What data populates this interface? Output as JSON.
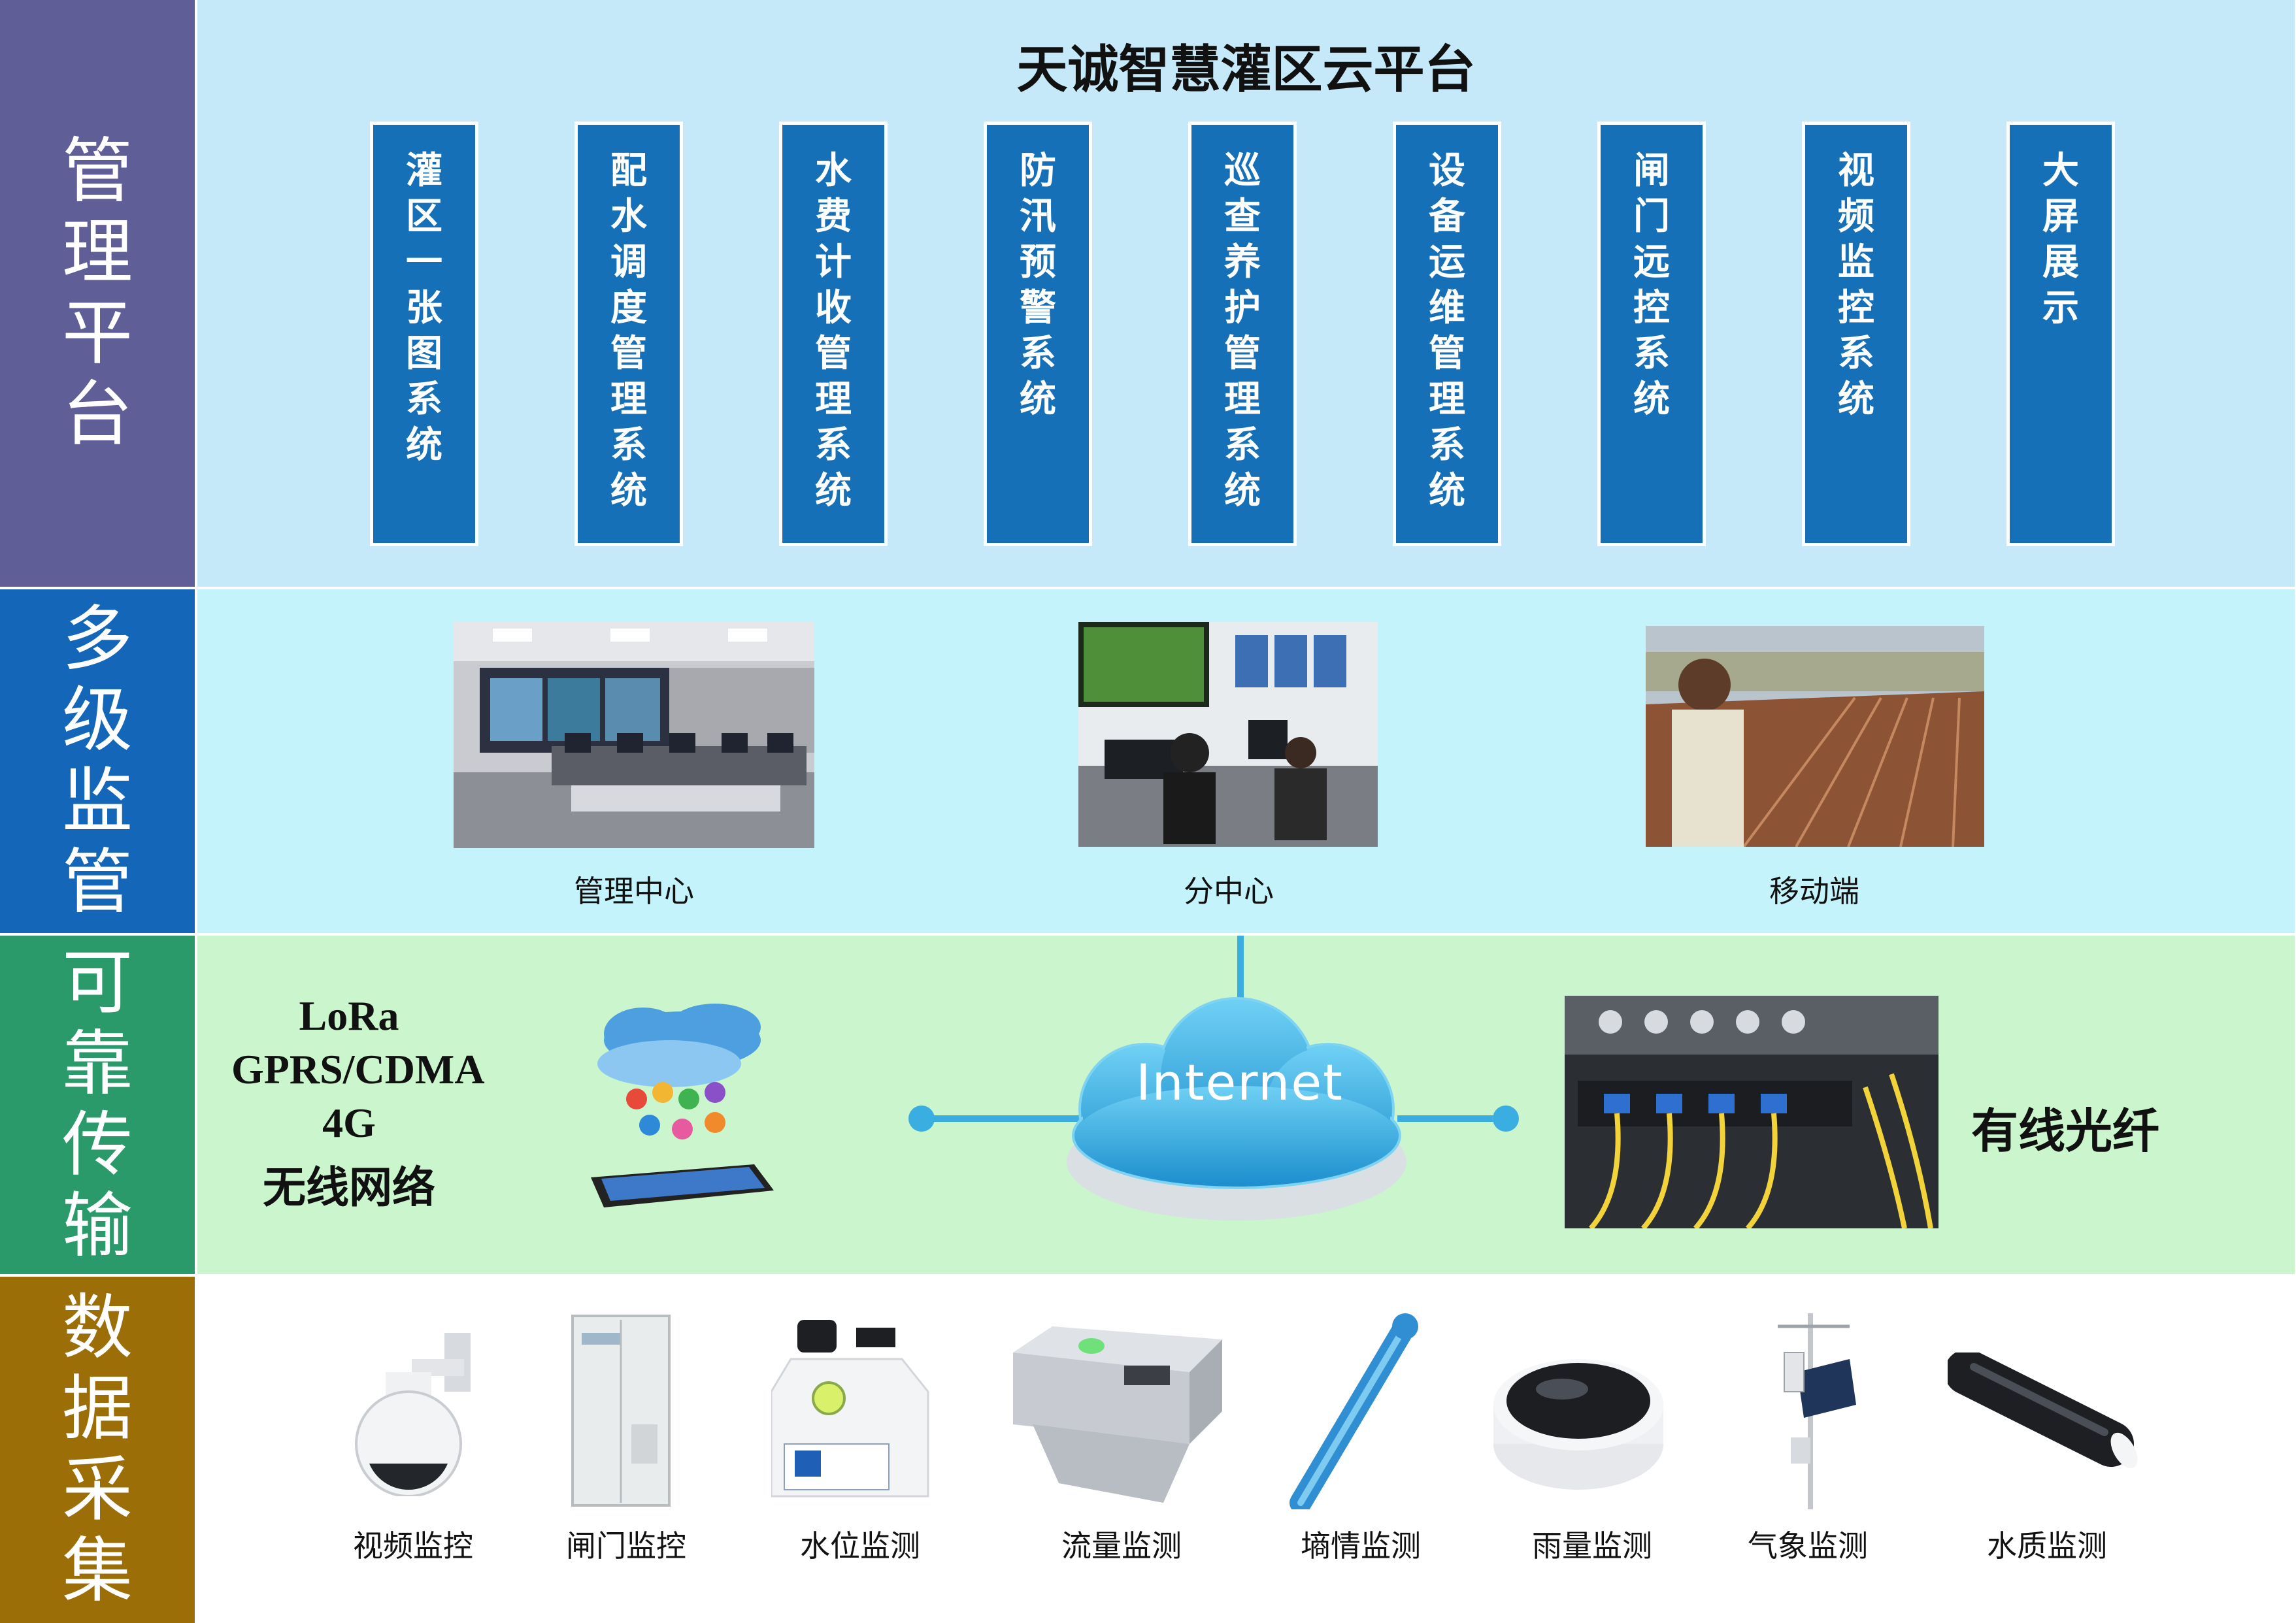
{
  "layers": {
    "platform": "管理平台",
    "monitoring": "多级监管",
    "transport": "可靠传输",
    "collection": "数据采集"
  },
  "platform_title": "天诚智慧灌区云平台",
  "modules": [
    "灌区一张图系统",
    "配水调度管理系统",
    "水费计收管理系统",
    "防汛预警系统",
    "巡查养护管理系统",
    "设备运维管理系统",
    "闸门远控系统",
    "视频监控系统",
    "大屏展示"
  ],
  "monitoring_labels": [
    "管理中心",
    "分中心",
    "移动端"
  ],
  "wireless": {
    "line1": "LoRa",
    "line2": "GPRS/CDMA",
    "line3": "4G",
    "line4": "无线网络"
  },
  "internet_label": "Internet",
  "wired_label": "有线光纤",
  "devices": [
    "视频监控",
    "闸门监控",
    "水位监测",
    "流量监测",
    "墒情监测",
    "雨量监测",
    "气象监测",
    "水质监测"
  ],
  "colors": {
    "platform_side": "#5f5e96",
    "monitoring_side": "#1467b8",
    "transport_side": "#2a9a6a",
    "collection_side": "#9c6e08",
    "module_fill": "#1670b8"
  }
}
